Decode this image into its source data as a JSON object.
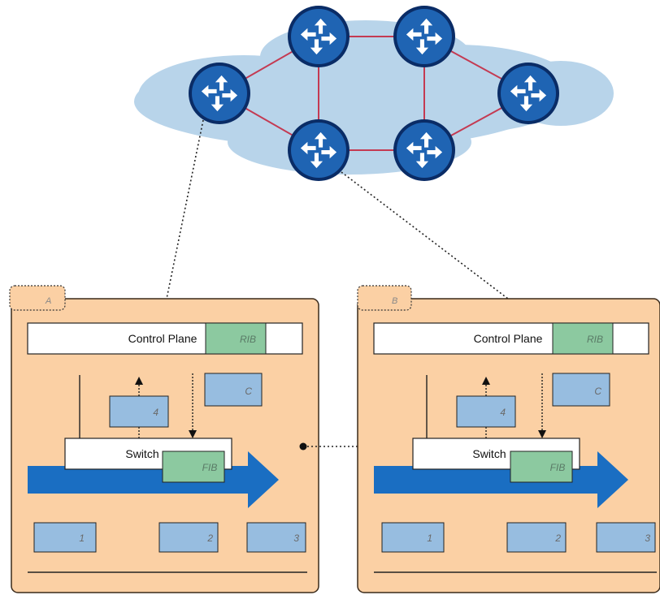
{
  "colors": {
    "cloud": "#b8d4ea",
    "router_fill": "#1f64b3",
    "router_ring": "#0a2c66",
    "link": "#c43a52",
    "node_bg": "#fbd0a4",
    "node_border": "#3a2a1a",
    "box_blue": "#97bde0",
    "box_green": "#8cc9a0",
    "arrow_blue": "#1a6ec2"
  },
  "network": {
    "router_icon": "router-arrows-icon"
  },
  "nodes": [
    {
      "tag": "A",
      "control_plane": "Control Plane",
      "rib": "RIB",
      "switch": "Switch",
      "fib": "FIB",
      "box_c": "C",
      "box_4": "4",
      "ports": [
        "1",
        "2",
        "3"
      ]
    },
    {
      "tag": "B",
      "control_plane": "Control Plane",
      "rib": "RIB",
      "switch": "Switch",
      "fib": "FIB",
      "box_c": "C",
      "box_4": "4",
      "ports": [
        "1",
        "2",
        "3"
      ]
    }
  ]
}
